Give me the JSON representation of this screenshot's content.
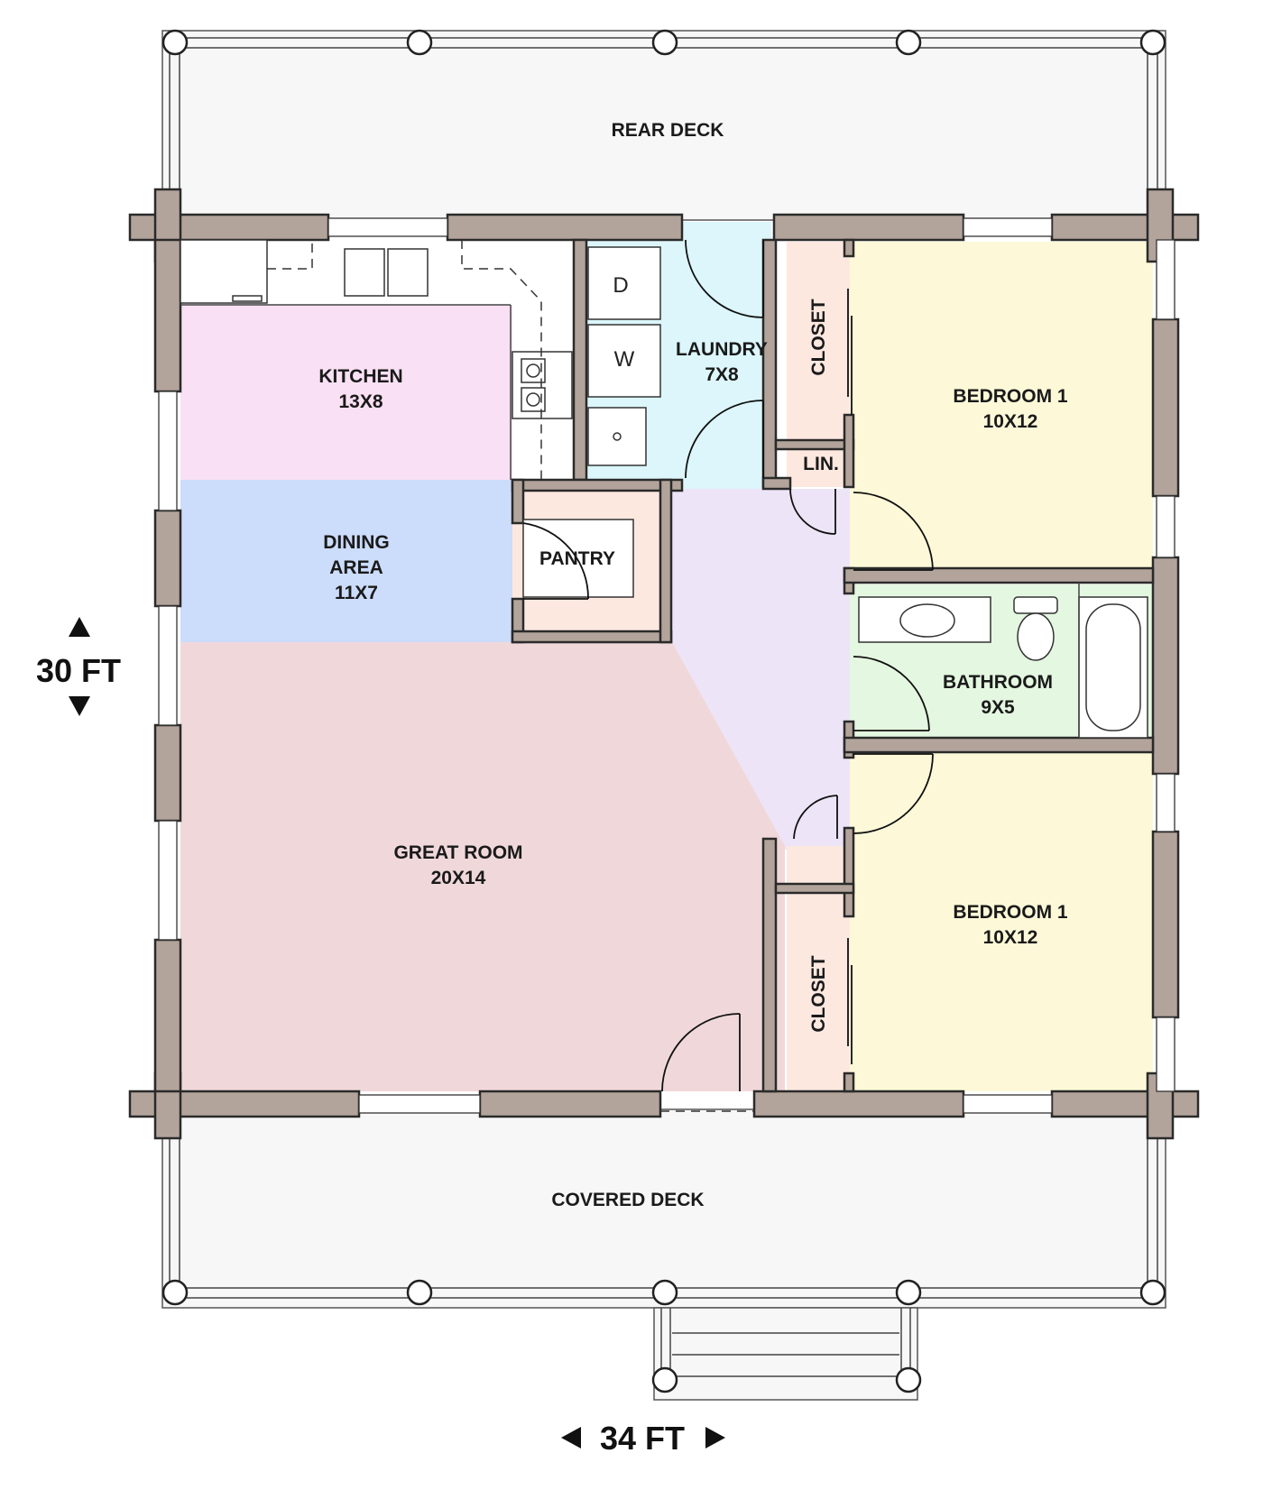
{
  "rooms": {
    "rear_deck": {
      "name": "REAR DECK"
    },
    "kitchen": {
      "name": "KITCHEN",
      "size": "13X8"
    },
    "laundry": {
      "name": "LAUNDRY",
      "size": "7X8"
    },
    "closet_top": {
      "name": "CLOSET"
    },
    "linen": {
      "name": "LIN."
    },
    "bedroom_top": {
      "name": "BEDROOM 1",
      "size": "10X12"
    },
    "dining": {
      "name": "DINING",
      "name2": "AREA",
      "size": "11X7"
    },
    "pantry": {
      "name": "PANTRY"
    },
    "bathroom": {
      "name": "BATHROOM",
      "size": "9X5"
    },
    "great_room": {
      "name": "GREAT ROOM",
      "size": "20X14"
    },
    "bedroom_bottom": {
      "name": "BEDROOM 1",
      "size": "10X12"
    },
    "closet_bottom": {
      "name": "CLOSET"
    },
    "covered_deck": {
      "name": "COVERED DECK"
    }
  },
  "appliances": {
    "dryer": "D",
    "washer": "W"
  },
  "dimensions": {
    "height": "30 FT",
    "width": "34 FT"
  },
  "colors": {
    "kitchen": "#f9e0f4",
    "laundry": "#dcf6fb",
    "closet": "#fde8e0",
    "bedroom": "#fdf9d8",
    "dining": "#ccdcfb",
    "pantry": "#fde8e0",
    "hall": "#ede4f7",
    "bathroom": "#e4f7e0",
    "great_room": "#f0d8da",
    "wall": "#b3a49b",
    "deck": "#f7f7f7"
  }
}
